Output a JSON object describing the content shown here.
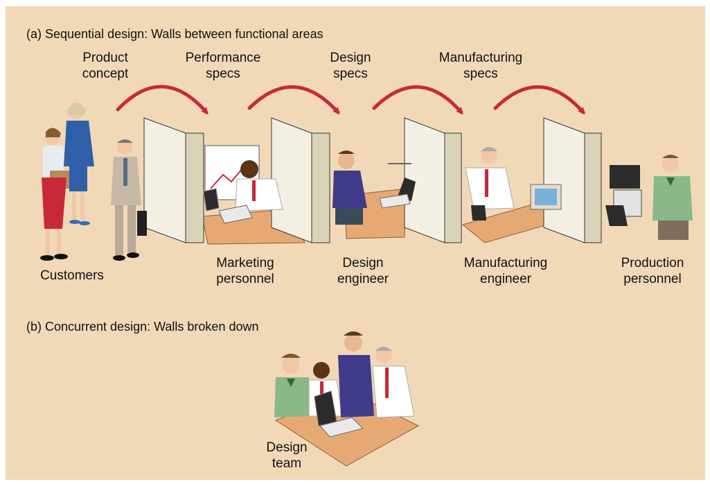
{
  "section_a": {
    "heading": "(a) Sequential design: Walls between functional areas",
    "handoffs": [
      {
        "line1": "Product",
        "line2": "concept"
      },
      {
        "line1": "Performance",
        "line2": "specs"
      },
      {
        "line1": "Design",
        "line2": "specs"
      },
      {
        "line1": "Manufacturing",
        "line2": "specs"
      }
    ],
    "roles": [
      {
        "line1": "Customers",
        "line2": ""
      },
      {
        "line1": "Marketing",
        "line2": "personnel"
      },
      {
        "line1": "Design",
        "line2": "engineer"
      },
      {
        "line1": "Manufacturing",
        "line2": "engineer"
      },
      {
        "line1": "Production",
        "line2": "personnel"
      }
    ]
  },
  "section_b": {
    "heading": "(b) Concurrent design: Walls broken down",
    "team": {
      "line1": "Design",
      "line2": "team"
    }
  },
  "colors": {
    "background": "#f1d9b8",
    "arrow": "#c8283a",
    "wall": "#f3efe2",
    "desk": "#e7a974"
  }
}
